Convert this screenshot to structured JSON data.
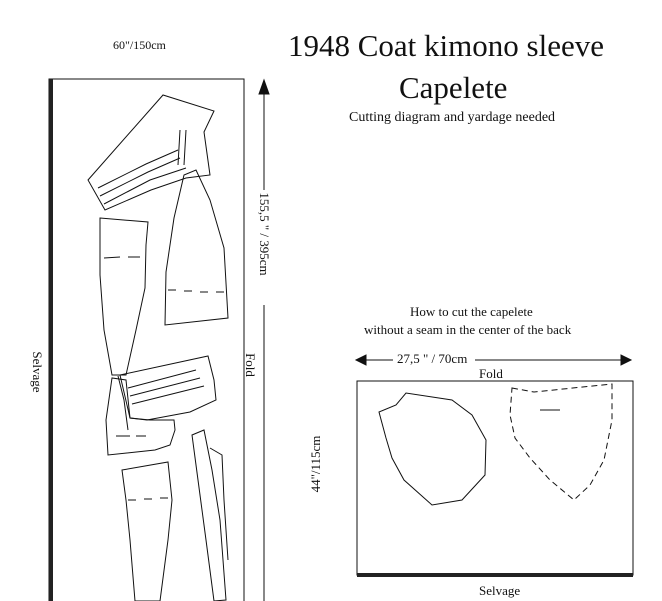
{
  "title": {
    "line1": "1948 Coat kimono sleeve",
    "line2": "Capelete",
    "subtitle": "Cutting diagram and yardage needed"
  },
  "main_layout": {
    "fabric_width": "60\"/150cm",
    "length": "155,5 \" / 395cm",
    "selvage_label": "Selvage",
    "fold_label": "Fold"
  },
  "capelete_layout": {
    "note_line1": "How to cut the capelete",
    "note_line2": "without a seam in the center of the back",
    "width": "27,5 \" / 70cm",
    "length": "44\"/115cm",
    "fold_label": "Fold",
    "selvage_label": "Selvage"
  }
}
